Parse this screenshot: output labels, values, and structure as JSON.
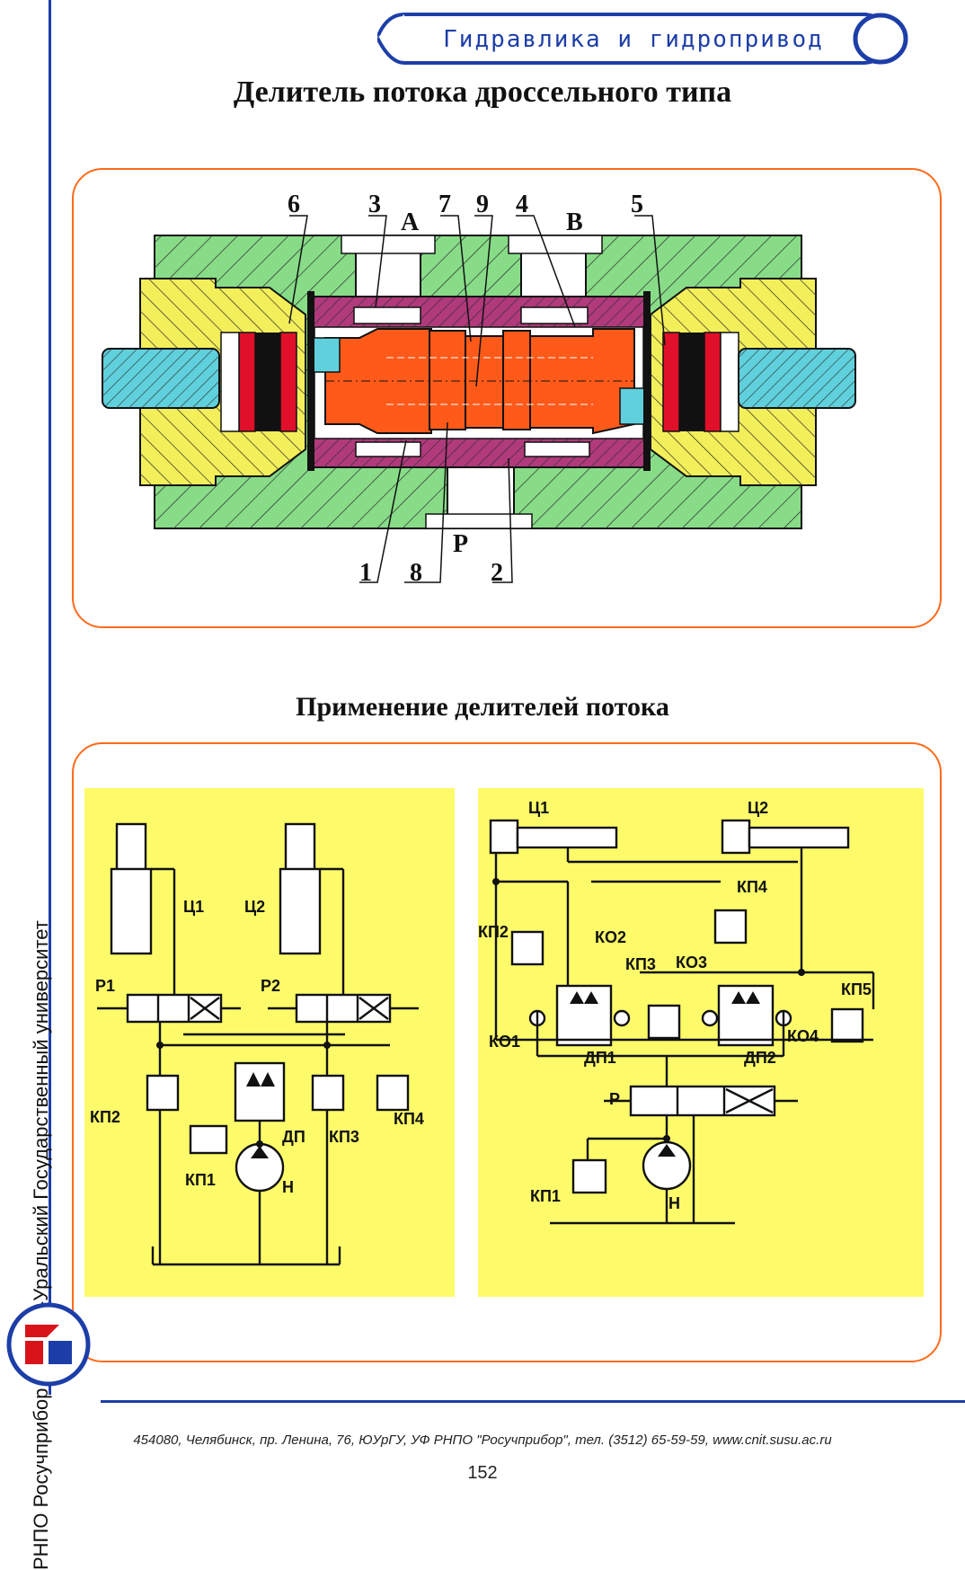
{
  "header": {
    "title": "Гидравлика и гидропривод"
  },
  "main_title": "Делитель потока дроссельного типа",
  "section_title": "Применение делителей потока",
  "section_view": {
    "callouts_top": [
      "6",
      "3",
      "A",
      "7",
      "9",
      "4",
      "B",
      "5"
    ],
    "callouts_bottom": [
      "1",
      "8",
      "P",
      "2"
    ]
  },
  "scheme_left": {
    "labels": {
      "c1": "Ц1",
      "c2": "Ц2",
      "r1": "Р1",
      "r2": "Р2",
      "kp1": "КП1",
      "kp2": "КП2",
      "kp3": "КП3",
      "kp4": "КП4",
      "dp": "ДП",
      "n": "Н"
    }
  },
  "scheme_right": {
    "labels": {
      "c1": "Ц1",
      "c2": "Ц2",
      "kp1": "КП1",
      "kp2": "КП2",
      "kp3": "КП3",
      "kp4": "КП4",
      "kp5": "КП5",
      "ko1": "КО1",
      "ko2": "КО2",
      "ko3": "КО3",
      "ko4": "КО4",
      "dp1": "ДП1",
      "dp2": "ДП2",
      "r": "Р",
      "n": "Н"
    }
  },
  "sidebar": {
    "university": "Южно-Уральский Государственный университет",
    "org": "РНПО Росучприбор"
  },
  "footer": {
    "address": "454080, Челябинск, пр. Ленина, 76, ЮУрГУ, УФ РНПО \"Росучприбор\", тел. (3512) 65-59-59, www.cnit.susu.ac.ru",
    "page": "152"
  },
  "colors": {
    "accent_blue": "#1d3ea8",
    "frame_orange": "#ff6a1a",
    "body_green": "#88dc88",
    "cap_yellow": "#f3ef5a",
    "sleeve_magenta": "#b03a7c",
    "spool_orange": "#ff5a1a",
    "screw_cyan": "#5fd0dc",
    "diagram_yellow": "#fdfb6a"
  }
}
